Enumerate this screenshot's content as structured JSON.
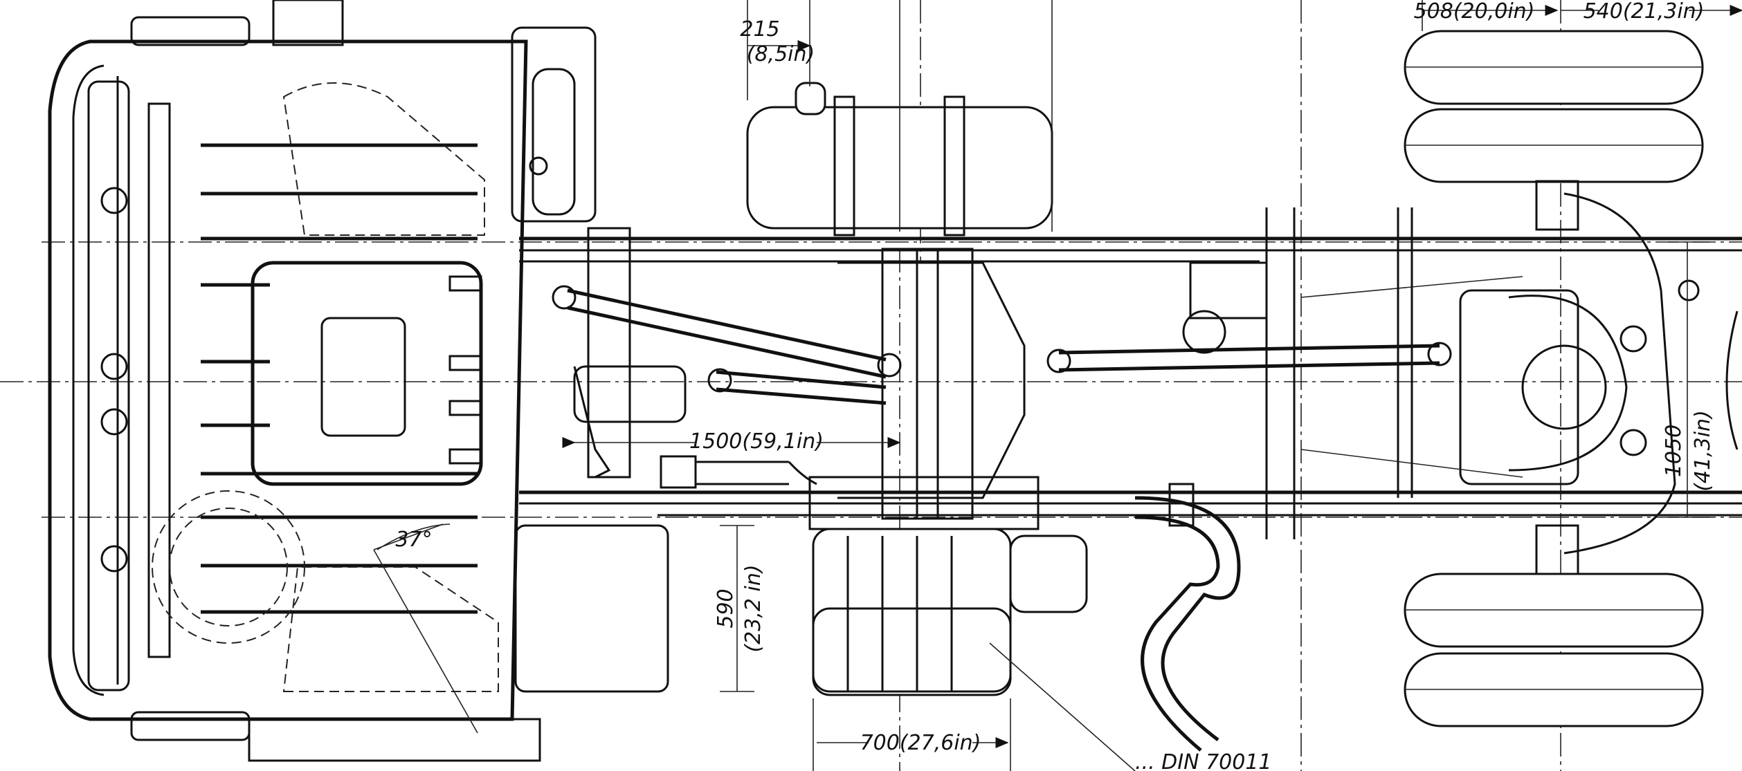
{
  "dimensions": {
    "fuel_cap_offset": {
      "value": "215",
      "unit": "(8,5in)"
    },
    "propshaft_length": "1500(59,1in)",
    "angle": "37°",
    "tank_width": "700(27,6in)",
    "tank_depth": {
      "value": "590",
      "unit": "(23,2 in)"
    },
    "rear_track": {
      "value": "1050",
      "unit": "(41,3in)"
    },
    "rear_offset_left": "508(20,0in)",
    "rear_offset_right": "540(21,3in)"
  },
  "note_fragment": "... DIN 70011"
}
